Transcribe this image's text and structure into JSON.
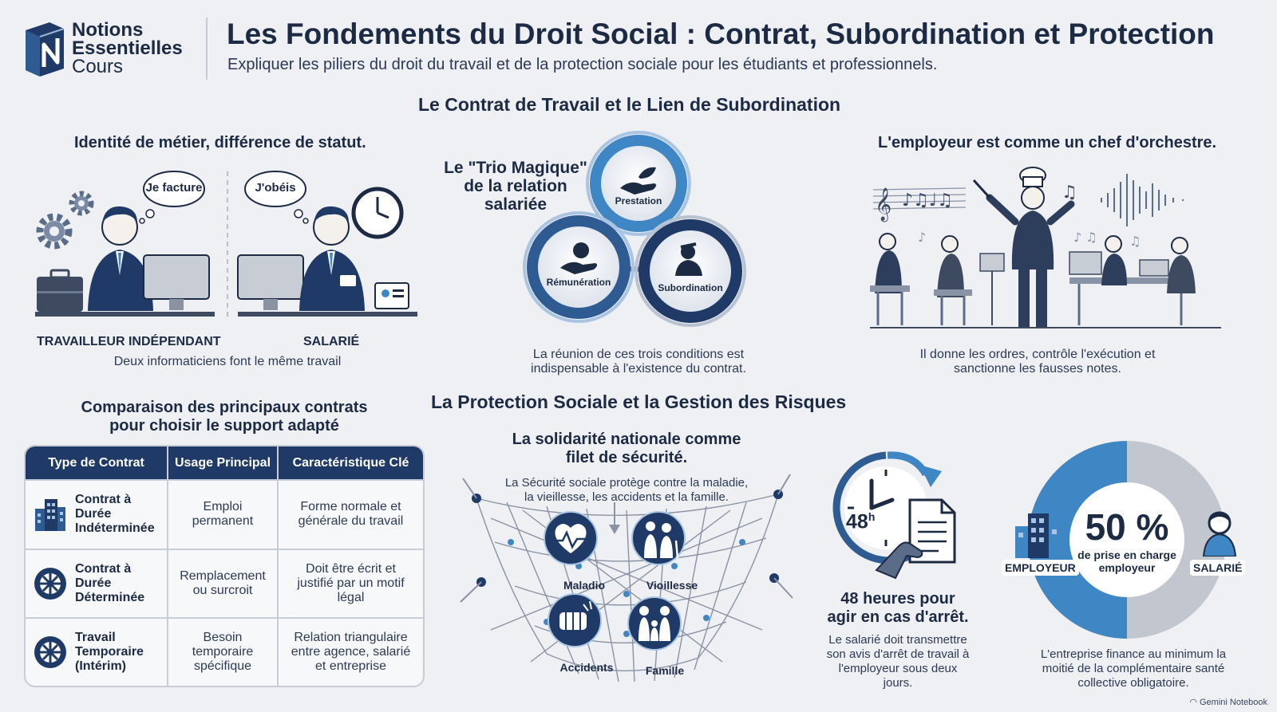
{
  "logo": {
    "line1": "Notions",
    "line2": "Essentielles",
    "line3": "Cours",
    "icon": "book-n-icon"
  },
  "header": {
    "title": "Les Fondements du Droit Social : Contrat, Subordination et Protection",
    "subtitle": "Expliquer les piliers du droit du travail et de la protection sociale pour les étudiants et professionnels."
  },
  "section1": {
    "title": "Le Contrat de Travail et le Lien de Subordination"
  },
  "identity": {
    "title": "Identité de métier, différence de statut.",
    "left_bubble": "Je facture",
    "right_bubble": "J'obéis",
    "left_label": "TRAVAILLEUR INDÉPENDANT",
    "right_label": "SALARIÉ",
    "caption": "Deux informaticiens font le même travail"
  },
  "trio": {
    "title_line1": "Le \"Trio Magique\"",
    "title_line2": "de la relation",
    "title_line3": "salariée",
    "items": [
      "Prestation",
      "Rémunération",
      "Subordination"
    ],
    "caption_line1": "La réunion de ces trois conditions est",
    "caption_line2": "indispensable à l'existence du contrat."
  },
  "orchestra": {
    "title": "L'employeur est comme un chef d'orchestre.",
    "caption_line1": "Il donne les ordres, contrôle l'exécution et",
    "caption_line2": "sanctionne les fausses notes."
  },
  "comparison": {
    "title_line1": "Comparaison des principaux contrats",
    "title_line2": "pour choisir le support adapté",
    "headers": [
      "Type de Contrat",
      "Usage Principal",
      "Caractéristique Clé"
    ],
    "rows": [
      {
        "type_l1": "Contrat à",
        "type_l2": "Durée",
        "type_l3": "Indéterminée",
        "usage_l1": "Emploi",
        "usage_l2": "permanent",
        "usage_l3": "",
        "key_l1": "Forme normale et",
        "key_l2": "générale du travail",
        "key_l3": "",
        "icon": "building-icon"
      },
      {
        "type_l1": "Contrat à",
        "type_l2": "Durée",
        "type_l3": "Déterminée",
        "usage_l1": "Remplacement",
        "usage_l2": "ou surcroit",
        "usage_l3": "",
        "key_l1": "Doit être écrit et",
        "key_l2": "justifié par un motif",
        "key_l3": "légal",
        "icon": "wheel-icon"
      },
      {
        "type_l1": "Travail",
        "type_l2": "Temporaire",
        "type_l3": "(Intérim)",
        "usage_l1": "Besoin",
        "usage_l2": "temporaire",
        "usage_l3": "spécifique",
        "key_l1": "Relation triangulaire",
        "key_l2": "entre agence, salarié",
        "key_l3": "et entreprise",
        "icon": "wheel-icon"
      }
    ]
  },
  "section2": {
    "title": "La Protection Sociale et la Gestion des Risques"
  },
  "solidarity": {
    "title_line1": "La solidarité nationale comme",
    "title_line2": "filet de sécurité.",
    "desc_line1": "La Sécurité sociale protège contre la maladie,",
    "desc_line2": "la vieillesse, les accidents et la famille.",
    "risks": [
      "Maladio",
      "Vioillesse",
      "Accidents",
      "Famille"
    ]
  },
  "deadline": {
    "badge": "48",
    "badge_sup": "h",
    "title_line1": "48 heures pour",
    "title_line2": "agir en cas d'arrêt.",
    "desc_line1": "Le salarié doit transmettre",
    "desc_line2": "son avis d'arrêt de travail à",
    "desc_line3": "l'employeur sous deux",
    "desc_line4": "jours."
  },
  "funding": {
    "value": "50 %",
    "label_line1": "de prise en charge",
    "label_line2": "employeur",
    "left_label": "EMPLOYEUR",
    "right_label": "SALARIÉ",
    "employer_share": 0.5,
    "colors": {
      "employer": "#3f86c4",
      "employee": "#c2c6ce"
    },
    "desc_line1": "L'entreprise finance au minimum la",
    "desc_line2": "moitié de la complémentaire santé",
    "desc_line3": "collective obligatoire."
  },
  "footer": {
    "brand": "Gemini Notebook"
  },
  "colors": {
    "navy": "#1c2a44",
    "accent": "#3f86c4",
    "background": "#eef0f4"
  }
}
